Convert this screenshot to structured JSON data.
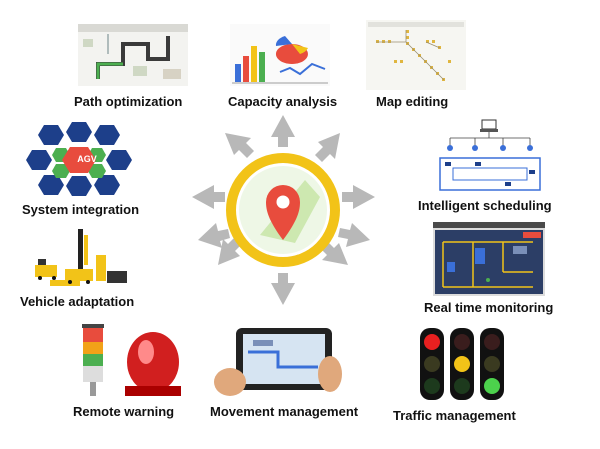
{
  "labels": {
    "path_optimization": "Path optimization",
    "capacity_analysis": "Capacity analysis",
    "map_editing": "Map editing",
    "system_integration": "System integration",
    "intelligent_scheduling": "Intelligent scheduling",
    "vehicle_adaptation": "Vehicle adaptation",
    "real_time_monitoring": "Real time monitoring",
    "remote_warning": "Remote warning",
    "movement_management": "Movement management",
    "traffic_management": "Traffic management"
  },
  "hub_text": "AGV",
  "colors": {
    "arrow": "#b8b8b8",
    "ring": "#f2c318",
    "pin": "#e84c3d",
    "green": "#4caf50",
    "navy": "#1d3f8a"
  }
}
